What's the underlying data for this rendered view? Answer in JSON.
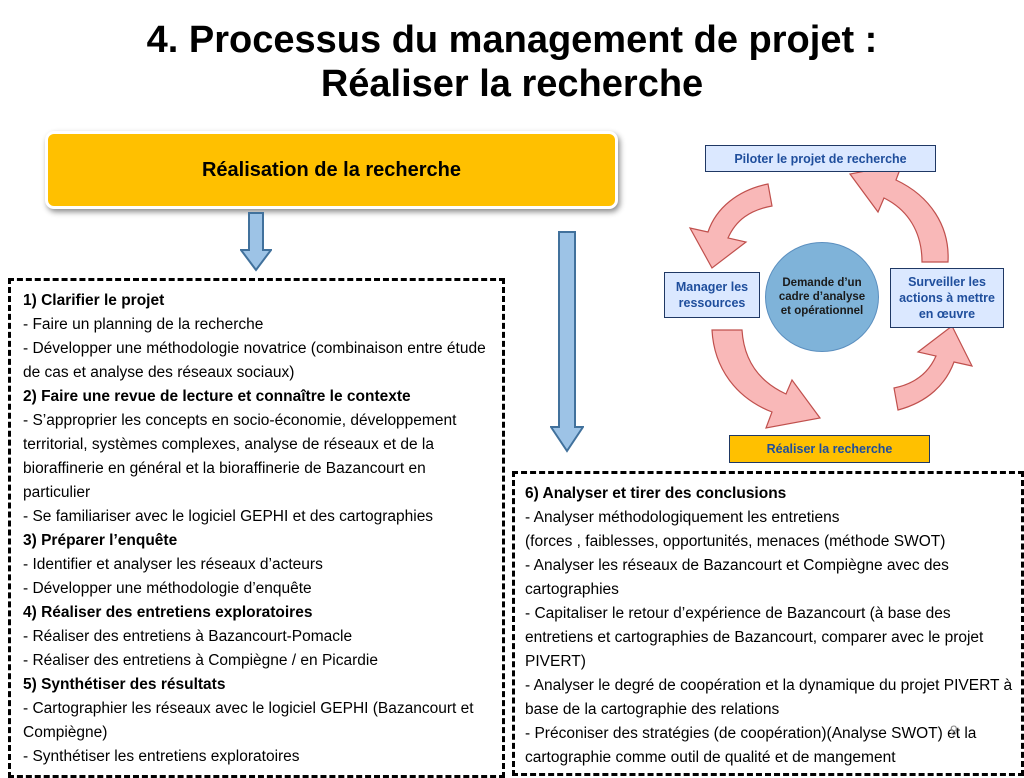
{
  "title": {
    "line1": "4. Processus du management de projet :",
    "line2": "Réaliser la recherche"
  },
  "banner": {
    "label": "Réalisation de la recherche"
  },
  "left_box": {
    "lines": [
      {
        "text": "1) Clarifier le projet",
        "bold": true
      },
      {
        "text": "- Faire un planning de la recherche",
        "bold": false
      },
      {
        "text": "- Développer une méthodologie novatrice (combinaison entre étude de cas et analyse des réseaux sociaux)",
        "bold": false
      },
      {
        "text": "2) Faire une revue de lecture et connaître le contexte",
        "bold": true
      },
      {
        "text": "- S’approprier les concepts en socio-économie, développement territorial, systèmes complexes, analyse de réseaux et de la bioraffinerie en général et la bioraffinerie de Bazancourt en particulier",
        "bold": false
      },
      {
        "text": "- Se familiariser avec le logiciel GEPHI et des cartographies",
        "bold": false
      },
      {
        "text": "3) Préparer l’enquête",
        "bold": true
      },
      {
        "text": "- Identifier et analyser les réseaux d’acteurs",
        "bold": false
      },
      {
        "text": "- Développer une méthodologie d’enquête",
        "bold": false
      },
      {
        "text": "4) Réaliser des entretiens exploratoires",
        "bold": true
      },
      {
        "text": "- Réaliser des entretiens à Bazancourt-Pomacle",
        "bold": false
      },
      {
        "text": "- Réaliser des entretiens à Compiègne / en Picardie",
        "bold": false
      },
      {
        "text": "5) Synthétiser des résultats",
        "bold": true
      },
      {
        "text": "- Cartographier les réseaux avec le logiciel GEPHI (Bazancourt et Compiègne)",
        "bold": false
      },
      {
        "text": "- Synthétiser les entretiens exploratoires",
        "bold": false
      }
    ]
  },
  "right_box": {
    "lines": [
      {
        "text": "6) Analyser et tirer des conclusions",
        "bold": true
      },
      {
        "text": "- Analyser méthodologiquement les entretiens",
        "bold": false
      },
      {
        "text": "(forces , faiblesses, opportunités, menaces (méthode SWOT)",
        "bold": false
      },
      {
        "text": "- Analyser les réseaux de Bazancourt et Compiègne avec des cartographies",
        "bold": false
      },
      {
        "text": "- Capitaliser le retour d’expérience de Bazancourt (à base des entretiens et cartographies de Bazancourt, comparer avec le projet PIVERT)",
        "bold": false
      },
      {
        "text": "-  Analyser le degré de coopération et la dynamique du projet PIVERT à base de la cartographie des relations",
        "bold": false
      },
      {
        "text": "- Préconiser des stratégies (de coopération)(Analyse SWOT) et la cartographie comme outil de qualité et de mangement",
        "bold": false
      }
    ]
  },
  "cycle": {
    "top": "Piloter le projet de recherche",
    "left": "Manager les ressources",
    "right": "Surveiller les actions à mettre en œuvre",
    "bottom": "Réaliser la recherche",
    "center": "Demande d’un cadre d’analyse et opérationnel"
  },
  "slide_number": "9",
  "colors": {
    "banner": "#ffc000",
    "cycle_arrow": "#f9b8b8",
    "center": "#7fb3d9",
    "down_arrow": "#9dc3e6"
  }
}
